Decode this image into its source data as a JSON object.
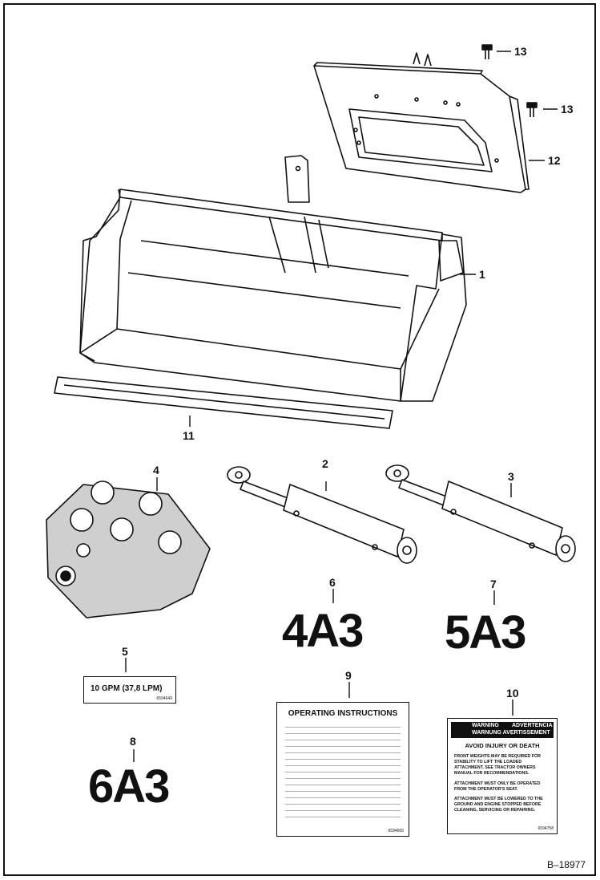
{
  "callouts": {
    "c1": "1",
    "c2": "2",
    "c3": "3",
    "c4": "4",
    "c5": "5",
    "c6": "6",
    "c7": "7",
    "c8": "8",
    "c9": "9",
    "c10": "10",
    "c11": "11",
    "c12": "12",
    "c13a": "13",
    "c13b": "13"
  },
  "decals": {
    "code_6": "4A3",
    "code_7": "5A3",
    "code_8": "6A3",
    "flow_label": "10 GPM (37,8 LPM)",
    "flow_part": "6594649",
    "operating_title": "OPERATING INSTRUCTIONS",
    "operating_part": "6594665",
    "warning_header_left": "WARNING",
    "warning_header_right": "ADVERTENCIA",
    "warning_header_sub": "WARNUNG AVERTISSEMENT",
    "warning_title": "AVOID INJURY OR DEATH",
    "warning_items": [
      "FRONT WEIGHTS MAY BE REQUIRED FOR STABILITY TO LIFT THE LOADED ATTACHMENT. SEE TRACTOR OWNERS MANUAL FOR RECOMMENDATIONS.",
      "ATTACHMENT MUST ONLY BE OPERATED FROM THE OPERATOR'S SEAT.",
      "ATTACHMENT MUST BE LOWERED TO THE GROUND AND ENGINE STOPPED BEFORE CLEANING, SERVICING OR REPAIRING."
    ],
    "warning_part": "6594758"
  },
  "figure_ref": "B–18977"
}
